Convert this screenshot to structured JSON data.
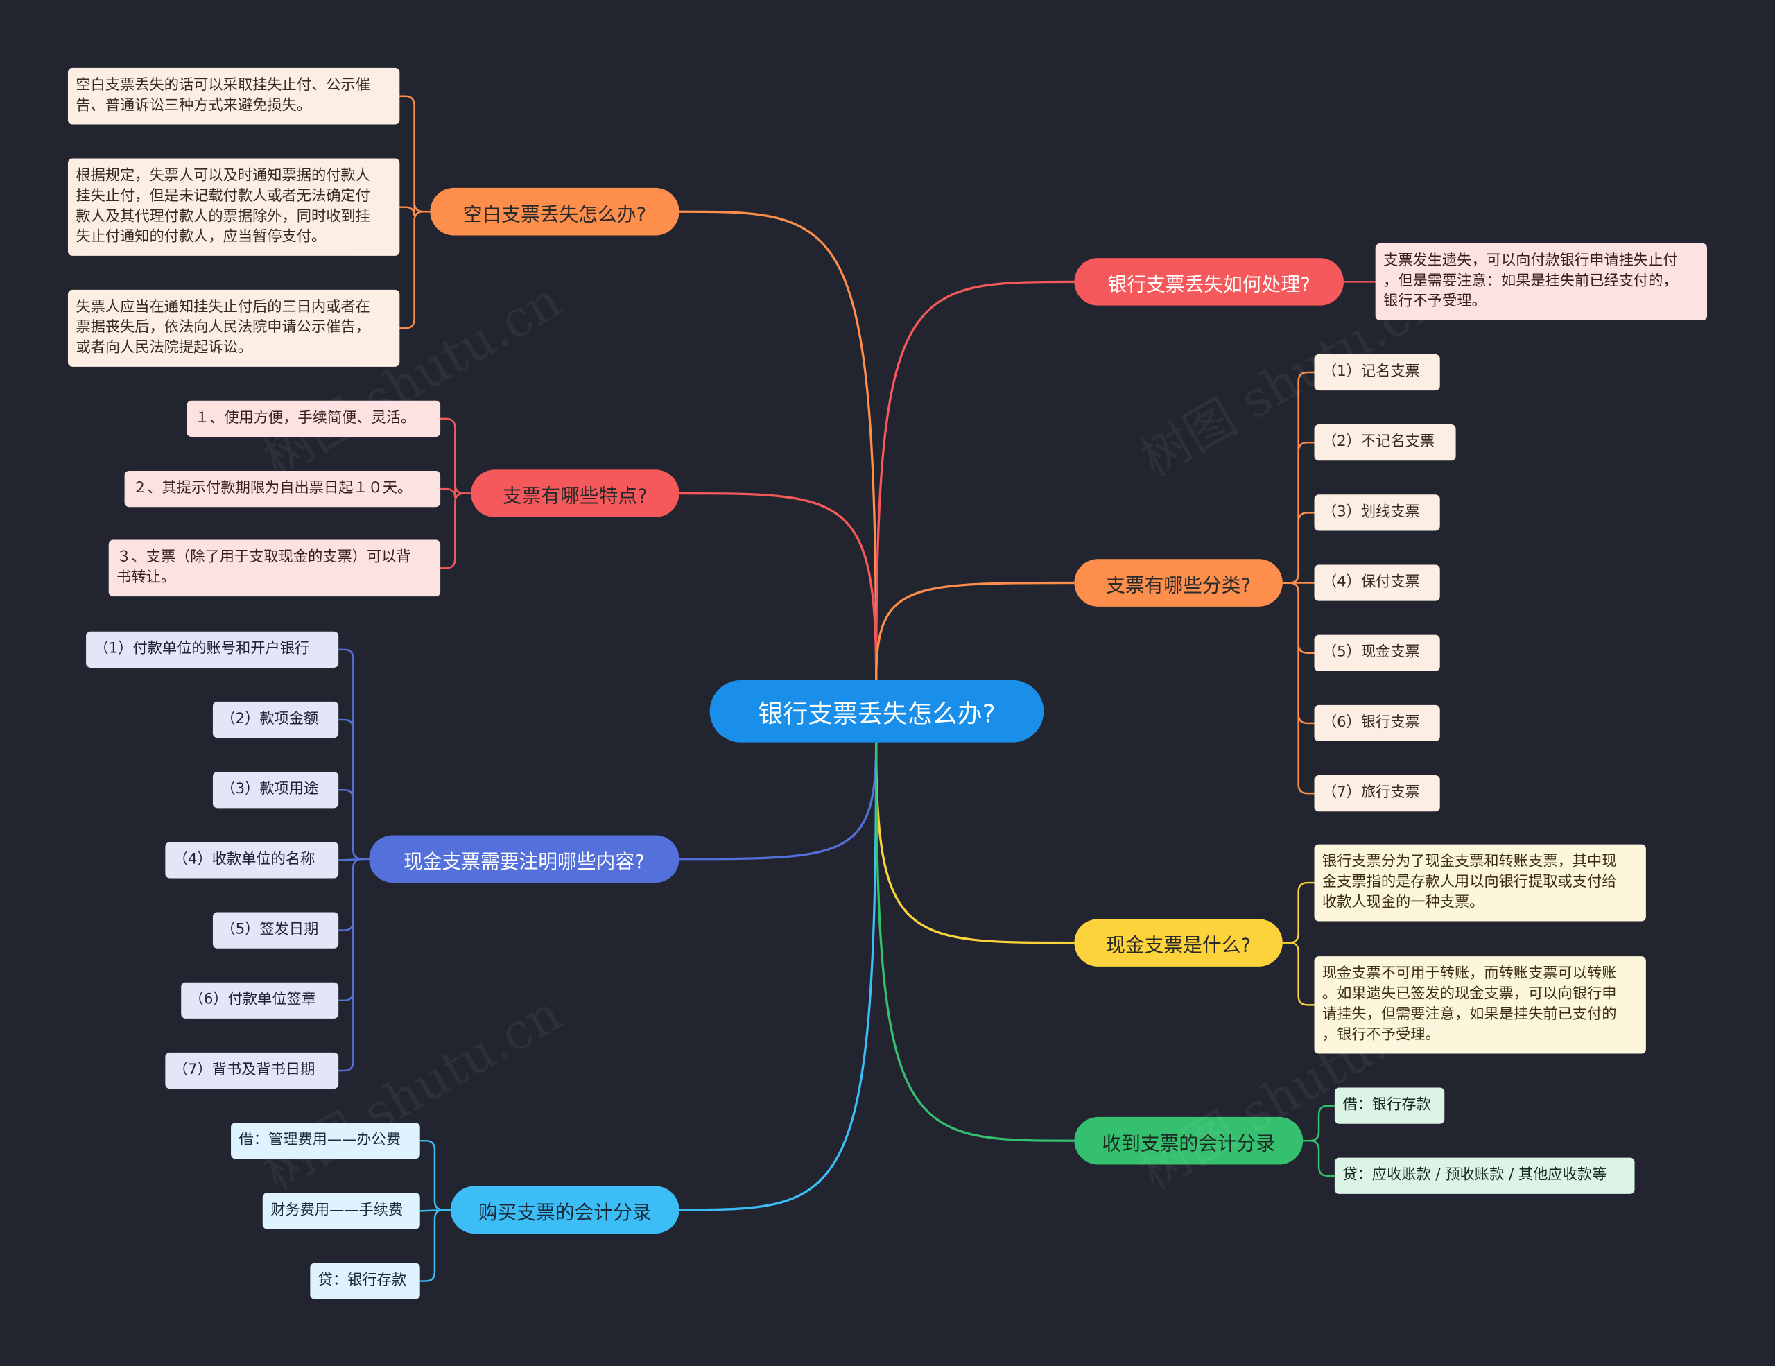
{
  "root": {
    "label": "银行支票丢失怎么办?"
  },
  "colors": {
    "root": "#1a8fea",
    "orange": "#fd8e4b",
    "red": "#f5595b",
    "blue": "#5470db",
    "cyan": "#3cbdf6",
    "yellow": "#fcd33b",
    "green": "#35c06f"
  },
  "branches": {
    "b1": {
      "label": "空白支票丢失怎么办?",
      "leaves": [
        [
          "空白支票丢失的话可以采取挂失止付、公示催",
          "告、普通诉讼三种方式来避免损失。"
        ],
        [
          "根据规定，失票人可以及时通知票据的付款人",
          "挂失止付，但是未记载付款人或者无法确定付",
          "款人及其代理付款人的票据除外，同时收到挂",
          "失止付通知的付款人，应当暂停支付。"
        ],
        [
          "失票人应当在通知挂失止付后的三日内或者在",
          "票据丧失后，依法向人民法院申请公示催告，",
          "或者向人民法院提起诉讼。"
        ]
      ]
    },
    "b2": {
      "label": "支票有哪些特点?",
      "leaves": [
        [
          "１、使用方便，手续简便、灵活。"
        ],
        [
          "２、其提示付款期限为自出票日起１０天。"
        ],
        [
          "３、支票（除了用于支取现金的支票）可以背",
          "书转让。"
        ]
      ]
    },
    "b3": {
      "label": "现金支票需要注明哪些内容?",
      "leaves": [
        [
          "（1）付款单位的账号和开户银行"
        ],
        [
          "（2）款项金额"
        ],
        [
          "（3）款项用途"
        ],
        [
          "（4）收款单位的名称"
        ],
        [
          "（5）签发日期"
        ],
        [
          "（6）付款单位签章"
        ],
        [
          "（7）背书及背书日期"
        ]
      ]
    },
    "b4": {
      "label": "购买支票的会计分录",
      "leaves": [
        [
          "借：管理费用——办公费"
        ],
        [
          "财务费用——手续费"
        ],
        [
          "贷：银行存款"
        ]
      ]
    },
    "b5": {
      "label": "银行支票丢失如何处理?",
      "leaves": [
        [
          "支票发生遗失，可以向付款银行申请挂失止付",
          "，但是需要注意：如果是挂失前已经支付的，",
          "银行不予受理。"
        ]
      ]
    },
    "b6": {
      "label": "支票有哪些分类?",
      "leaves": [
        [
          "（1）记名支票"
        ],
        [
          "（2）不记名支票"
        ],
        [
          "（3）划线支票"
        ],
        [
          "（4）保付支票"
        ],
        [
          "（5）现金支票"
        ],
        [
          "（6）银行支票"
        ],
        [
          "（7）旅行支票"
        ]
      ]
    },
    "b7": {
      "label": "现金支票是什么?",
      "leaves": [
        [
          "银行支票分为了现金支票和转账支票，其中现",
          "金支票指的是存款人用以向银行提取或支付给",
          "收款人现金的一种支票。"
        ],
        [
          "现金支票不可用于转账，而转账支票可以转账",
          "。如果遗失已签发的现金支票，可以向银行申",
          "请挂失，但需要注意，如果是挂失前已支付的",
          "，银行不予受理。"
        ]
      ]
    },
    "b8": {
      "label": "收到支票的会计分录",
      "leaves": [
        [
          "借：银行存款"
        ],
        [
          "贷：应收账款 / 预收账款 / 其他应收款等"
        ]
      ]
    }
  }
}
